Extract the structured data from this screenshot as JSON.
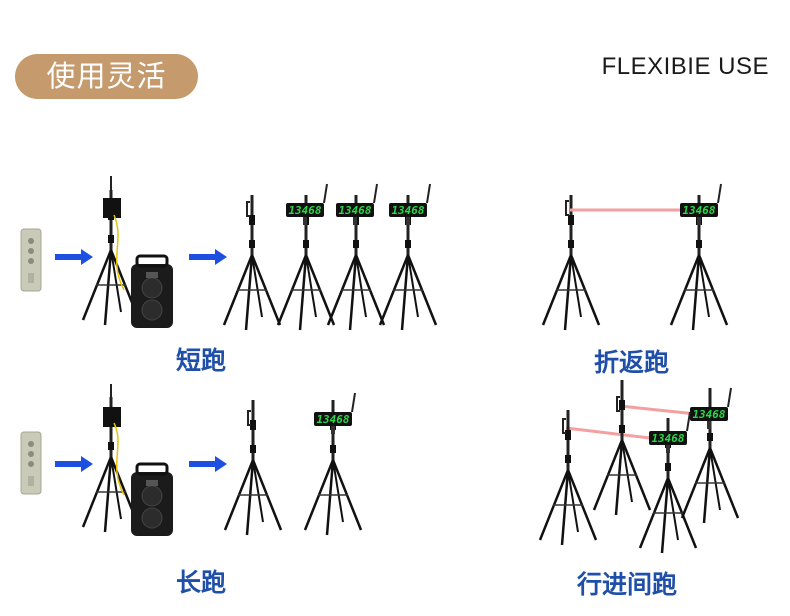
{
  "badge": {
    "label": "使用灵活"
  },
  "header": {
    "title": "FLEXIBIE USE"
  },
  "display_reading": "13468",
  "scenes": {
    "sprint": {
      "caption": "短跑"
    },
    "shuttle": {
      "caption": "折返跑"
    },
    "long": {
      "caption": "长跑"
    },
    "running_start": {
      "caption": "行进间跑"
    }
  },
  "colors": {
    "badge": "#c59a6d",
    "caption": "#1f4fa8",
    "arrow": "#1d4fe0",
    "beam": "#f2a0a0",
    "lcd_text": "#2bd84a"
  }
}
